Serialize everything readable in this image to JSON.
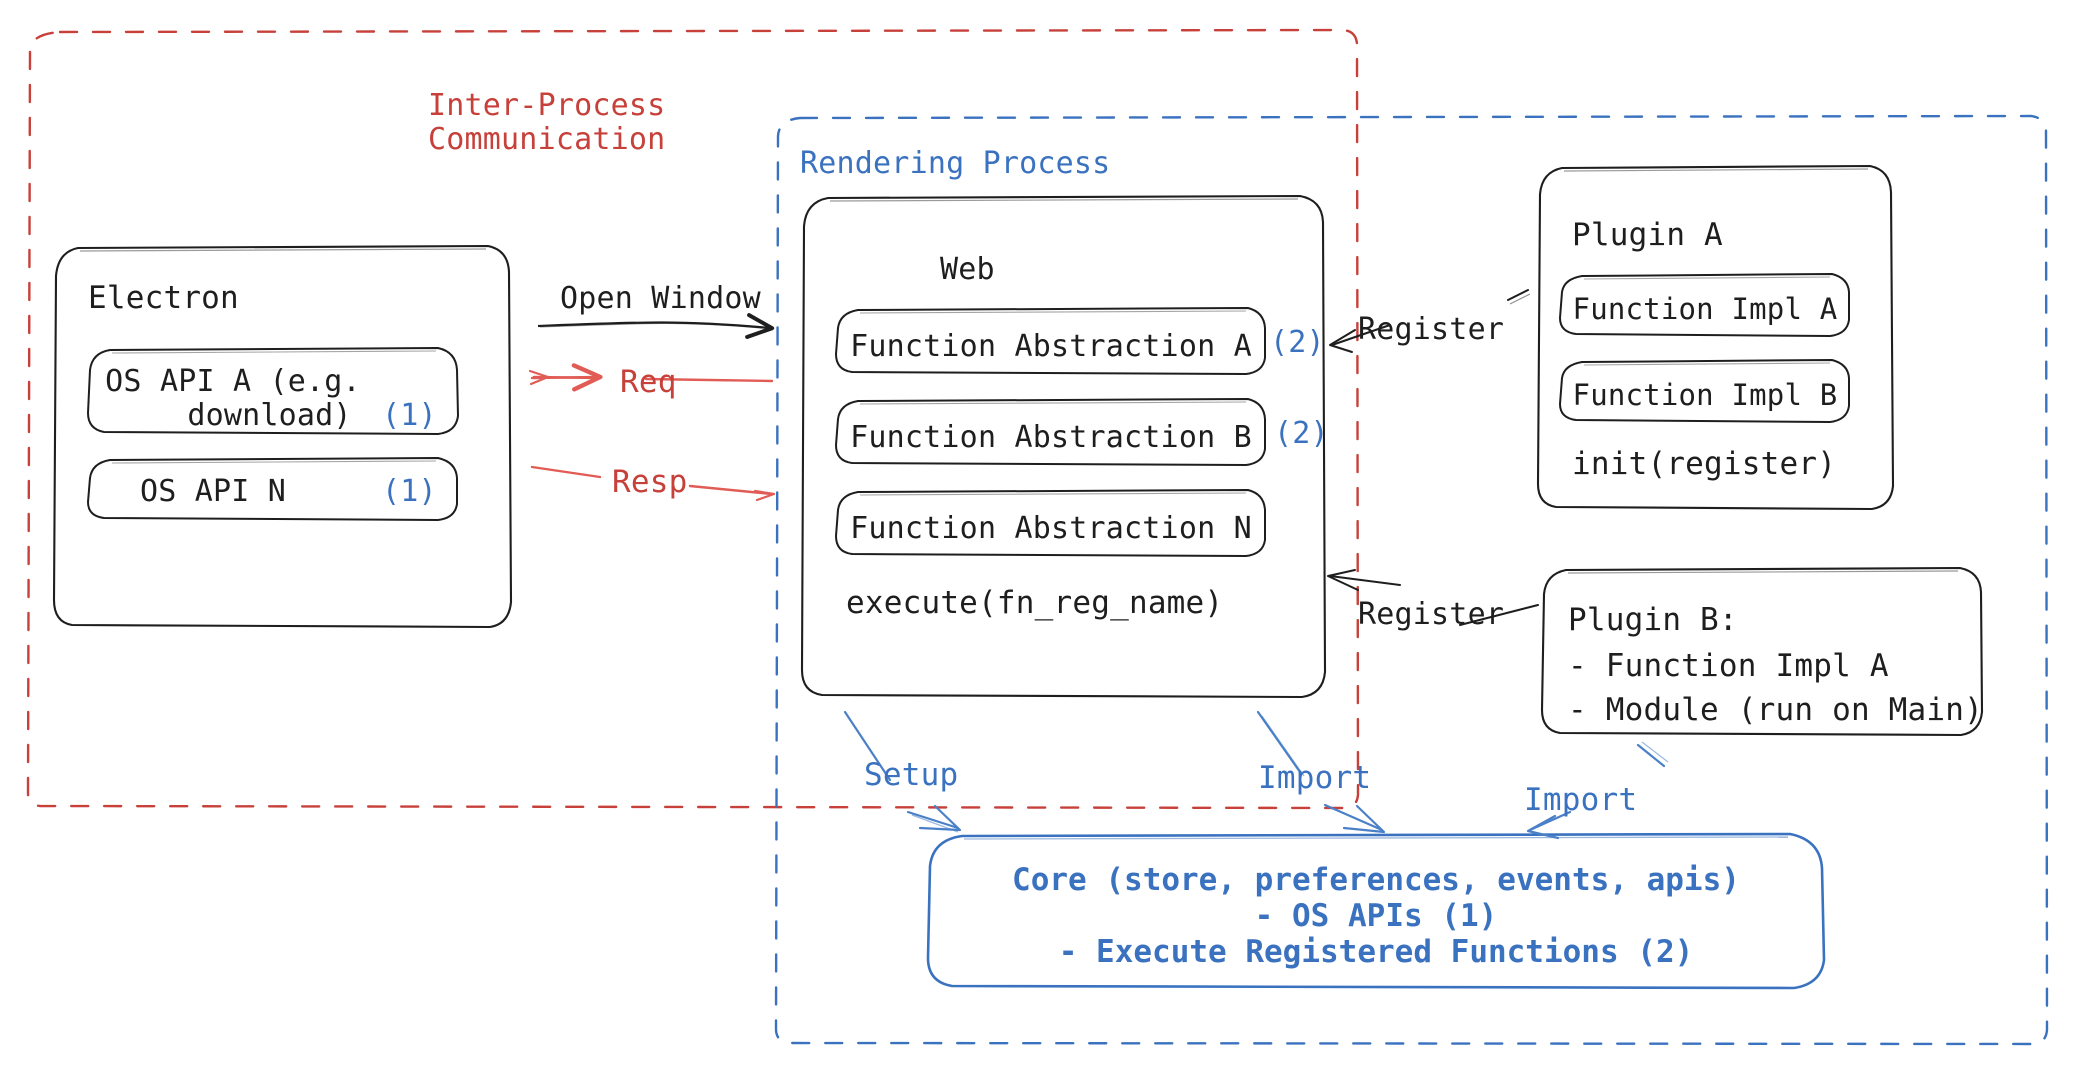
{
  "colors": {
    "ink": "#1e1e1e",
    "red": "#c7403a",
    "blue": "#3a72c0",
    "background": "#ffffff"
  },
  "regions": {
    "ipc": {
      "label": "Inter-Process\nCommunication",
      "label_line1": "Inter-Process",
      "label_line2": "Communication",
      "border_style": "dashed",
      "color": "#c7403a"
    },
    "rendering_process": {
      "label": "Rendering Process",
      "border_style": "dashed",
      "color": "#3a72c0"
    }
  },
  "nodes": {
    "electron": {
      "title": "Electron",
      "children": [
        {
          "label": "OS API A (e.g.\n    download)",
          "label_line1": "OS API A (e.g.",
          "label_line2": "    download)",
          "marker": "(1)"
        },
        {
          "label": "OS API N",
          "marker": "(1)"
        }
      ]
    },
    "web": {
      "title": "Web",
      "children": [
        {
          "label": "Function Abstraction A",
          "marker": "(2)"
        },
        {
          "label": "Function Abstraction B",
          "marker": "(2)"
        },
        {
          "label": "Function Abstraction N",
          "marker": ""
        }
      ],
      "footer": "execute(fn_reg_name)"
    },
    "plugin_a": {
      "title": "Plugin A",
      "children": [
        {
          "label": "Function Impl A"
        },
        {
          "label": "Function Impl B"
        }
      ],
      "footer": "init(register)"
    },
    "plugin_b": {
      "title": "Plugin B:",
      "lines": [
        "- Function Impl A",
        "- Module (run on Main)"
      ]
    },
    "core": {
      "lines": [
        "Core (store, preferences, events, apis)",
        "- OS APIs (1)",
        "- Execute Registered Functions (2)"
      ]
    }
  },
  "edges": [
    {
      "id": "open-window",
      "label": "Open Window",
      "color": "#1e1e1e",
      "from": "electron",
      "to": "rendering-process"
    },
    {
      "id": "req",
      "label": "Req",
      "color": "#c7403a",
      "from": "rendering-process",
      "to": "electron"
    },
    {
      "id": "resp",
      "label": "Resp",
      "color": "#c7403a",
      "from": "electron",
      "to": "rendering-process"
    },
    {
      "id": "register-a",
      "label": "Register",
      "color": "#1e1e1e",
      "from": "plugin_a",
      "to": "web"
    },
    {
      "id": "register-b",
      "label": "Register",
      "color": "#1e1e1e",
      "from": "plugin_b",
      "to": "web"
    },
    {
      "id": "setup",
      "label": "Setup",
      "color": "#3a72c0",
      "from": "web",
      "to": "core"
    },
    {
      "id": "import-web",
      "label": "Import",
      "color": "#3a72c0",
      "from": "web",
      "to": "core"
    },
    {
      "id": "import-plugin-b",
      "label": "Import",
      "color": "#3a72c0",
      "from": "plugin_b",
      "to": "core"
    }
  ]
}
